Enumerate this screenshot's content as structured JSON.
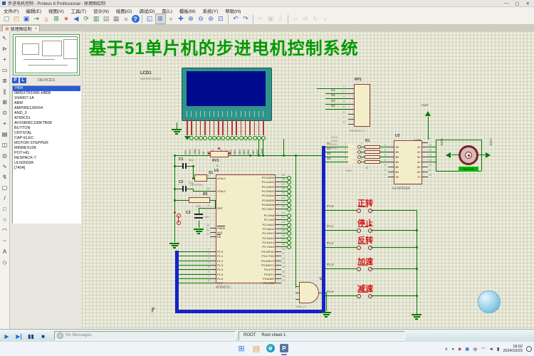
{
  "window": {
    "title": "步进电机控制 - Proteus 8 Professional - 原理图绘制",
    "minimize": "—",
    "maximize": "▢",
    "close": "✕"
  },
  "menu": {
    "items": [
      "文件(F)",
      "编辑(E)",
      "视图(V)",
      "工具(T)",
      "设计(N)",
      "绘图(G)",
      "调试(D)",
      "库(L)",
      "模板(M)",
      "系统(Y)",
      "帮助(H)"
    ]
  },
  "toolbar": {
    "icons": [
      {
        "n": "new-project-icon",
        "g": "▢",
        "c": "#777"
      },
      {
        "n": "open-project-icon",
        "g": "◰",
        "c": "#d9a018"
      },
      {
        "n": "save-project-icon",
        "g": "▣",
        "c": "#3a66c8"
      },
      {
        "n": "import-project-icon",
        "g": "⇥",
        "c": "#3a8a3a"
      },
      {
        "n": "home-icon",
        "g": "⌂",
        "c": "#c04040"
      },
      {
        "n": "schematic-capture-icon",
        "g": "⊞",
        "c": "#3a8a3a"
      },
      {
        "n": "pcb-layout-icon",
        "g": "∗",
        "c": "#c04040"
      },
      {
        "n": "prev-view-icon",
        "g": "◀",
        "c": "#3a66c8"
      },
      {
        "n": "refresh-icon",
        "g": "⟳",
        "c": "#3a8a3a"
      },
      {
        "n": "library-icon",
        "g": "▥",
        "c": "#3a8a3a"
      },
      {
        "n": "sheet-icon",
        "g": "▤",
        "c": "#888"
      },
      {
        "n": "clipboard-icon",
        "g": "▦",
        "c": "#888"
      },
      {
        "n": "notes-icon",
        "g": "≡",
        "c": "#888"
      },
      {
        "n": "help-icon",
        "g": "?",
        "c": "#fff",
        "badge": true
      },
      {
        "sep": true
      },
      {
        "n": "redraw-icon",
        "g": "◱",
        "c": "#3a66c8"
      },
      {
        "n": "grid-toggle-icon",
        "g": "⊞",
        "c": "#3a66c8",
        "pressed": true
      },
      {
        "n": "origin-icon",
        "g": "+",
        "c": "#777"
      },
      {
        "n": "pan-icon",
        "g": "✚",
        "c": "#3a66c8"
      },
      {
        "n": "zoom-in-icon",
        "g": "⊕",
        "c": "#3a66c8"
      },
      {
        "n": "zoom-out-icon",
        "g": "⊖",
        "c": "#3a66c8"
      },
      {
        "n": "zoom-all-icon",
        "g": "⊚",
        "c": "#3a66c8"
      },
      {
        "n": "zoom-area-icon",
        "g": "⊡",
        "c": "#3a66c8"
      },
      {
        "sep": true
      },
      {
        "n": "undo-icon",
        "g": "↶",
        "c": "#3a66c8"
      },
      {
        "n": "redo-icon",
        "g": "↷",
        "c": "#3a66c8"
      },
      {
        "sep": true
      },
      {
        "n": "cut-icon",
        "g": "✂",
        "c": "#aaa",
        "off": true
      },
      {
        "n": "copy-icon",
        "g": "▣",
        "c": "#aaa",
        "off": true
      },
      {
        "n": "paste-icon",
        "g": "⇩",
        "c": "#aaa",
        "off": true
      },
      {
        "sep": true
      },
      {
        "n": "block-copy-icon",
        "g": "▱",
        "c": "#aaa",
        "off": true
      },
      {
        "n": "block-move-icon",
        "g": "⇄",
        "c": "#aaa",
        "off": true
      },
      {
        "n": "block-rotate-icon",
        "g": "↻",
        "c": "#aaa",
        "off": true
      },
      {
        "n": "block-delete-icon",
        "g": "×",
        "c": "#aaa",
        "off": true
      }
    ]
  },
  "tab": {
    "label": "原理图绘制",
    "close": "×",
    "icon": "▦"
  },
  "left_toolbar": {
    "icons": [
      {
        "n": "selection-mode-icon",
        "g": "↖"
      },
      {
        "n": "component-mode-icon",
        "g": "⊳"
      },
      {
        "n": "junction-dot-mode-icon",
        "g": "+"
      },
      {
        "n": "wire-label-mode-icon",
        "g": "▭"
      },
      {
        "n": "text-script-mode-icon",
        "g": "≣"
      },
      {
        "n": "buses-mode-icon",
        "g": "∥"
      },
      {
        "n": "subcircuit-mode-icon",
        "g": "⊞"
      },
      {
        "n": "terminals-mode-icon",
        "g": "⊙"
      },
      {
        "n": "device-pins-mode-icon",
        "g": "⌖"
      },
      {
        "n": "graph-mode-icon",
        "g": "▤"
      },
      {
        "n": "tape-recorder-mode-icon",
        "g": "◫"
      },
      {
        "n": "generator-mode-icon",
        "g": "◎"
      },
      {
        "n": "voltage-probe-mode-icon",
        "g": "∿"
      },
      {
        "n": "current-probe-mode-icon",
        "g": "↯"
      },
      {
        "n": "virtual-instruments-mode-icon",
        "g": "▢"
      },
      {
        "n": "2d-line-mode-icon",
        "g": "/"
      },
      {
        "n": "2d-box-mode-icon",
        "g": "□"
      },
      {
        "n": "2d-circle-mode-icon",
        "g": "○"
      },
      {
        "n": "2d-arc-mode-icon",
        "g": "◠"
      },
      {
        "n": "2d-path-mode-icon",
        "g": "~"
      },
      {
        "n": "2d-text-mode-icon",
        "g": "A"
      },
      {
        "n": "2d-symbols-mode-icon",
        "g": "◇"
      }
    ]
  },
  "left_panel": {
    "pick_label": "P",
    "library_label": "L",
    "devices_header": "DEVICES",
    "selected_index": 0,
    "devices": [
      "7404",
      "0805X7R100K-HB08",
      "1N4007-1A",
      "ABM",
      "AMPIRE128X64",
      "AND_3",
      "AT89C51",
      "AVX0805C100KTB08",
      "BUTTON",
      "CRYSTAL",
      "CAP-ELEC",
      "MOTOR-STEPPER",
      "MINRES10K",
      "POT-HG",
      "RESPACK-7",
      "ULN2003A",
      "[7404]"
    ]
  },
  "schematic": {
    "banner": "基于51单片机的步进电机控制系统",
    "power_label": "+12V",
    "net_labels": [
      "S1",
      "S2",
      "S3",
      "S4"
    ],
    "components": {
      "lcd": {
        "ref": "LCD1",
        "value": "AMPIRE128X64",
        "pins": [
          "CS1",
          "CS2",
          "GND",
          "VCC",
          "V0",
          "RS",
          "R/W",
          "E",
          "DB0",
          "DB1",
          "DB2",
          "DB3",
          "DB4",
          "DB5",
          "DB6",
          "DB7",
          "RST",
          "-Vout"
        ]
      },
      "pot": {
        "ref": "RV1",
        "value": "1K"
      },
      "c1": {
        "ref": "C1",
        "value": "30p"
      },
      "c2": {
        "ref": "C2",
        "value": "30p"
      },
      "c3": {
        "ref": "C3",
        "value": "10u"
      },
      "crystal": {
        "ref": "X1",
        "value": "CRYSTAL"
      },
      "r5": {
        "ref": "R5",
        "value": "10K"
      },
      "mcu": {
        "ref": "U1",
        "value": "AT89C51",
        "left_pins": [
          [
            "19",
            "XTAL1"
          ],
          [
            "18",
            "XTAL2"
          ],
          [
            "9",
            "RST"
          ],
          [
            "29",
            "PSEN"
          ],
          [
            "30",
            "ALE"
          ],
          [
            "31",
            "EA"
          ],
          [
            "1",
            "P1.0"
          ],
          [
            "2",
            "P1.1"
          ],
          [
            "3",
            "P1.2"
          ],
          [
            "4",
            "P1.3"
          ],
          [
            "5",
            "P1.4"
          ],
          [
            "6",
            "P1.5"
          ],
          [
            "7",
            "P1.6"
          ],
          [
            "8",
            "P1.7"
          ]
        ],
        "right_pins": [
          [
            "39",
            "P0.0/AD0"
          ],
          [
            "38",
            "P0.1/AD1"
          ],
          [
            "37",
            "P0.2/AD2"
          ],
          [
            "36",
            "P0.3/AD3"
          ],
          [
            "35",
            "P0.4/AD4"
          ],
          [
            "34",
            "P0.5/AD5"
          ],
          [
            "33",
            "P0.6/AD6"
          ],
          [
            "32",
            "P0.7/AD7"
          ],
          [
            "21",
            "P2.0/A8"
          ],
          [
            "22",
            "P2.1/A9"
          ],
          [
            "23",
            "P2.2/A10"
          ],
          [
            "24",
            "P2.3/A11"
          ],
          [
            "25",
            "P2.4/A12"
          ],
          [
            "26",
            "P2.5/A13"
          ],
          [
            "27",
            "P2.6/A14"
          ],
          [
            "28",
            "P2.7/A15"
          ],
          [
            "10",
            "P3.0/RXD"
          ],
          [
            "11",
            "P3.1/TXD"
          ],
          [
            "12",
            "P3.2/INT0"
          ],
          [
            "13",
            "P3.3/INT1"
          ],
          [
            "14",
            "P3.4/T0"
          ],
          [
            "15",
            "P3.5/T1"
          ],
          [
            "16",
            "P3.6/WR"
          ],
          [
            "17",
            "P3.7/RD"
          ]
        ]
      },
      "and3": {
        "ref": "U4",
        "value": "AND_3"
      },
      "respack": {
        "ref": "RP1",
        "value": "RESPACK-7",
        "pin_numbers": [
          "1",
          "2",
          "3",
          "4",
          "5",
          "6",
          "7",
          "8"
        ]
      },
      "inverter": {
        "ref": "U2",
        "value": "7404",
        "gates": [
          "U2:A",
          "U2:B",
          "U2:C",
          "U2:D"
        ],
        "in_nums": [
          "1",
          "3",
          "5",
          "9"
        ],
        "out_nums": [
          "2",
          "4",
          "6",
          "8"
        ]
      },
      "rnet": {
        "ref": "R1",
        "value": "51"
      },
      "uln": {
        "ref": "U3",
        "value": "ULN2003A",
        "left_pins": [
          [
            "1",
            "1B"
          ],
          [
            "2",
            "2B"
          ],
          [
            "3",
            "3B"
          ],
          [
            "4",
            "4B"
          ],
          [
            "5",
            "5B"
          ],
          [
            "6",
            "6B"
          ],
          [
            "7",
            "7B"
          ]
        ],
        "right_pins": [
          [
            "16",
            "1C"
          ],
          [
            "15",
            "2C"
          ],
          [
            "14",
            "3C"
          ],
          [
            "13",
            "4C"
          ],
          [
            "12",
            "5C"
          ],
          [
            "11",
            "6C"
          ],
          [
            "10",
            "7C"
          ]
        ],
        "com": [
          "9",
          "COM"
        ]
      },
      "motor": {
        "value": "MOTOR"
      }
    },
    "buttons": [
      {
        "label": "正转",
        "port": "P1.0"
      },
      {
        "label": "停止",
        "port": "P1.1"
      },
      {
        "label": "反转",
        "port": "P1.2"
      },
      {
        "label": "加速",
        "port": "P1.3"
      },
      {
        "label": "减速",
        "port": "P1.4"
      }
    ]
  },
  "simbar": {
    "buttons": [
      {
        "n": "play-button",
        "g": "▶",
        "c": "#1b6ed2"
      },
      {
        "n": "step-button",
        "g": "▶|",
        "c": "#1b6ed2"
      },
      {
        "n": "pause-button",
        "g": "▮▮",
        "c": "#1d3f8f"
      },
      {
        "n": "stop-button",
        "g": "■",
        "c": "#1d3f8f"
      }
    ],
    "message": "No Messages",
    "root": "ROOT",
    "sheet": "Root sheet 1"
  },
  "taskbar": {
    "apps": [
      {
        "n": "start-button",
        "g": "⊞",
        "c": "#2f7bd9"
      },
      {
        "n": "file-explorer-icon",
        "g": "▤",
        "c": "#dba63a"
      },
      {
        "n": "edge-icon",
        "g": "e",
        "edge": true
      },
      {
        "n": "proteus-taskbar-icon",
        "g": "P",
        "papp": true,
        "active": true
      }
    ],
    "tray": [
      {
        "n": "tray-expand-icon",
        "g": "∧"
      },
      {
        "n": "defender-icon",
        "g": "●",
        "c": "#2e8b3a"
      },
      {
        "n": "user-tray-icon",
        "g": "◆",
        "c": "#c05050"
      },
      {
        "n": "app-tray-icon",
        "g": "▣",
        "c": "#3a66c8"
      },
      {
        "n": "ime-indicator",
        "g": "中"
      },
      {
        "n": "wifi-icon",
        "g": "◠"
      },
      {
        "n": "volume-icon",
        "g": "◄"
      },
      {
        "n": "battery-icon",
        "g": "▮"
      }
    ],
    "time": "18:02",
    "date": "2024/10/23"
  }
}
